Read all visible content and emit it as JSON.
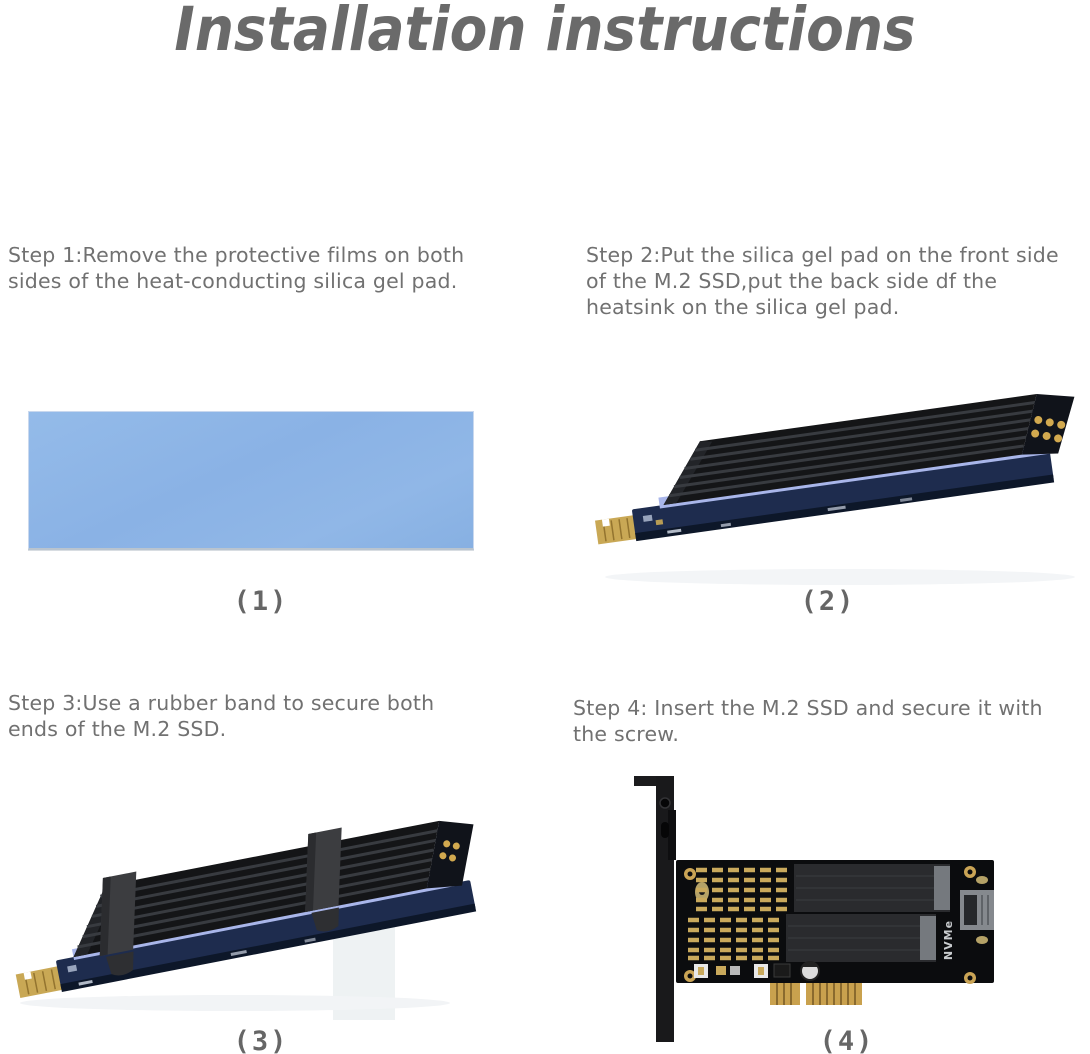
{
  "title": "Installation instructions",
  "colors": {
    "title_gray": "#6a6a6a",
    "text_gray": "#717171",
    "caption_gray": "#666666",
    "pad_blue": "#8db5e7",
    "silica_strip_blue": "#a9b6ea",
    "pcb_navy": "#1e2c4e",
    "heatsink_black": "#141517",
    "gold": "#c9a14e",
    "band_gray": "#3c3d40",
    "card_black": "#0b0c0e"
  },
  "steps": [
    {
      "text": "Step 1:Remove the protective films on both\nsides of the heat-conducting silica gel pad.",
      "caption": "(1)",
      "illustration": "silica-gel-pad"
    },
    {
      "text": "Step 2:Put the silica gel pad on the front side\nof the M.2 SSD,put the back side df the\nheatsink on the silica gel pad.",
      "caption": "(2)",
      "illustration": "m2-ssd-with-heatsink"
    },
    {
      "text": "Step 3:Use a rubber band to secure both\nends of the M.2 SSD.",
      "caption": "(3)",
      "illustration": "heatsink-with-rubber-bands"
    },
    {
      "text": "Step 4: Insert the M.2 SSD and secure it with\nthe screw.",
      "caption": "(4)",
      "illustration": "pcie-adapter-card"
    }
  ],
  "card_label": "NVMe"
}
